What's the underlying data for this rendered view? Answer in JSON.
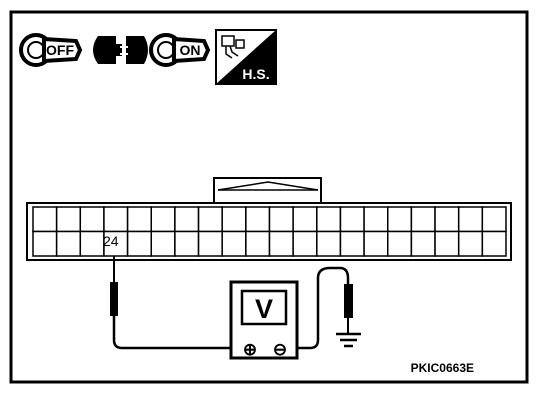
{
  "diagram": {
    "figure_code": "PKIC0663E",
    "terminal_number": "24",
    "meter_label": "V",
    "polarity_positive": "⊕",
    "polarity_negative": "⊖",
    "connector_rows": 2,
    "connector_columns": 20,
    "probe_column": 4
  },
  "icons": {
    "key_off": {
      "icon": "ignition-key-off-icon",
      "text": "OFF"
    },
    "disconnect": {
      "icon": "connector-disconnect-icon"
    },
    "key_on": {
      "icon": "ignition-key-on-icon",
      "text": "ON"
    },
    "harness_side": {
      "icon": "harness-side-icon",
      "text": "H.S."
    }
  }
}
